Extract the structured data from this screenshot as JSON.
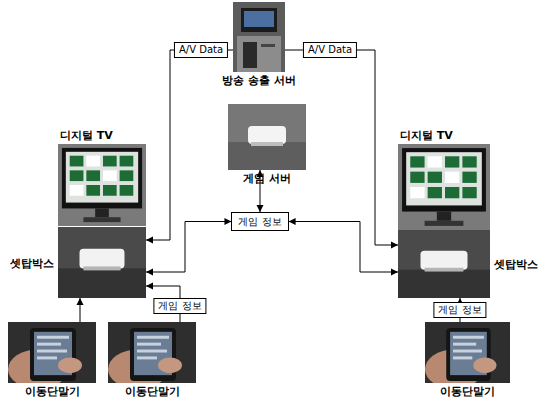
{
  "diagram": {
    "nodes": [
      {
        "text": [
          "방송 송출 서버"
        ]
      },
      {
        "text": [
          "디지털 TV"
        ]
      },
      {
        "text": [
          "게임 서버"
        ]
      },
      {
        "text": [
          "디지털 TV"
        ]
      },
      {
        "text": [
          "셋탑박스"
        ]
      },
      {
        "text": [
          "게임 정보"
        ]
      },
      {
        "text": [
          "셋탑박스"
        ]
      },
      {
        "text": [
          "이동단말기"
        ]
      },
      {
        "text": [
          "이동단말기"
        ]
      },
      {
        "text": [
          "이동단말기"
        ]
      }
    ],
    "edges": [
      {
        "from": 0,
        "to": 4,
        "arrow": "to",
        "label": "A/V Data"
      },
      {
        "from": 0,
        "to": 6,
        "arrow": "to",
        "label": "A/V Data"
      },
      {
        "from": 5,
        "to": 2,
        "arrow": "both"
      },
      {
        "from": 5,
        "to": 4,
        "arrow": "both"
      },
      {
        "from": 5,
        "to": 6,
        "arrow": "both"
      },
      {
        "from": 7,
        "to": 4,
        "arrow": "to"
      },
      {
        "from": 8,
        "to": 4,
        "arrow": "to",
        "label": "게임 정보"
      },
      {
        "from": 9,
        "to": 6,
        "arrow": "to",
        "label": "게임 정보"
      }
    ]
  }
}
